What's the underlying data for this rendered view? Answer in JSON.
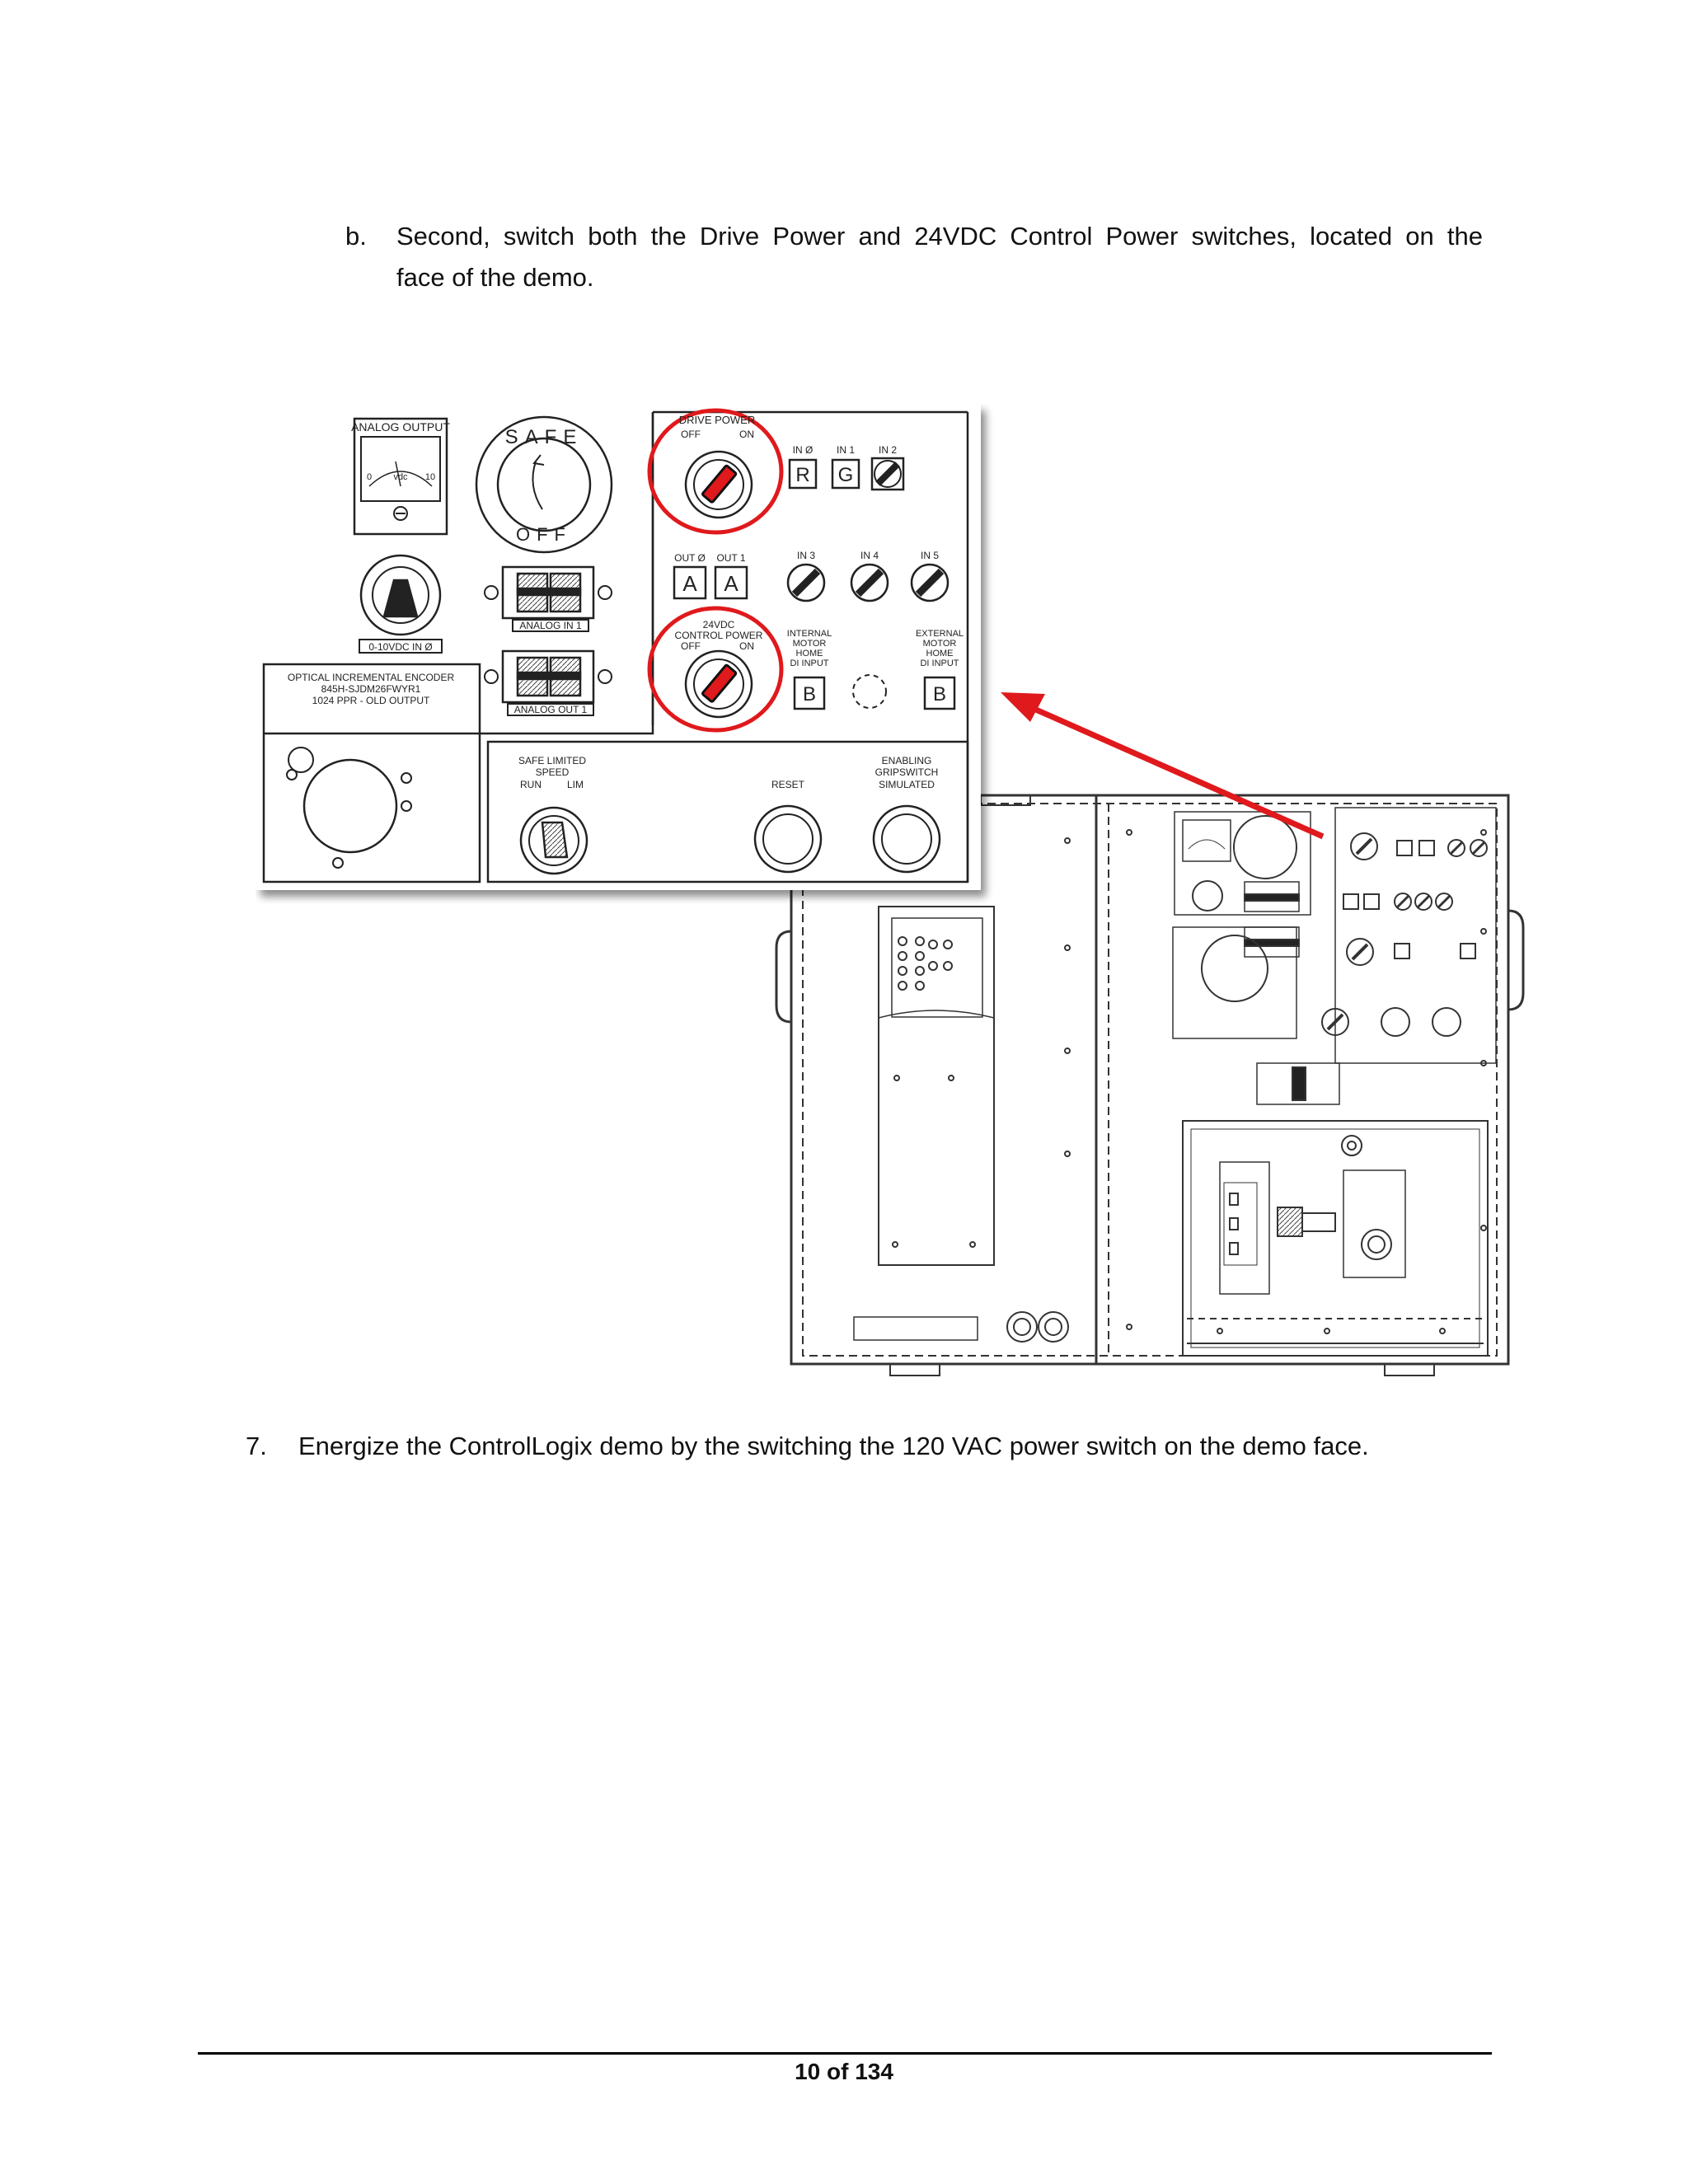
{
  "step_b": {
    "marker": "b.",
    "line1": "Second, switch both the Drive Power and 24VDC Control Power switches, located on the",
    "line2": "face of the demo."
  },
  "step_7": {
    "marker": "7.",
    "text": "Energize the ControlLogix demo by the switching the 120 VAC power switch on the demo face."
  },
  "figure": {
    "panel_labels": {
      "analog_output": "ANALOG OUTPUT",
      "meter_zero": "0",
      "meter_unit": "vdc",
      "meter_max": "10",
      "safe": "SAFE",
      "off": "OFF",
      "analog_in_1": "ANALOG IN 1",
      "analog_out_1": "ANALOG OUT 1",
      "input_range": "0-10VDC IN Ø",
      "encoder_line1": "OPTICAL INCREMENTAL ENCODER",
      "encoder_line2": "845H-SJDM26FWYR1",
      "encoder_line3": "1024 PPR - OLD OUTPUT",
      "drive_power": "DRIVE POWER",
      "off_short": "OFF",
      "on_short": "ON",
      "control_power_1": "24VDC",
      "control_power_2": "CONTROL POWER",
      "in0": "IN Ø",
      "in1": "IN 1",
      "in2": "IN 2",
      "in3": "IN 3",
      "in4": "IN 4",
      "in5": "IN 5",
      "out0": "OUT Ø",
      "out1": "OUT 1",
      "key_r": "R",
      "key_g": "G",
      "key_a": "A",
      "key_b": "B",
      "internal_1": "INTERNAL",
      "internal_2": "MOTOR",
      "internal_3": "HOME",
      "internal_4": "DI INPUT",
      "external_1": "EXTERNAL",
      "external_2": "MOTOR",
      "external_3": "HOME",
      "external_4": "DI INPUT",
      "safe_limited_1": "SAFE LIMITED",
      "safe_limited_2": "SPEED",
      "run": "RUN",
      "lim": "LIM",
      "reset": "RESET",
      "enabling_1": "ENABLING",
      "enabling_2": "GRIPSWITCH",
      "enabling_3": "SIMULATED"
    },
    "highlight_color": "#e0191c"
  },
  "footer": {
    "page": "10 of 134"
  }
}
